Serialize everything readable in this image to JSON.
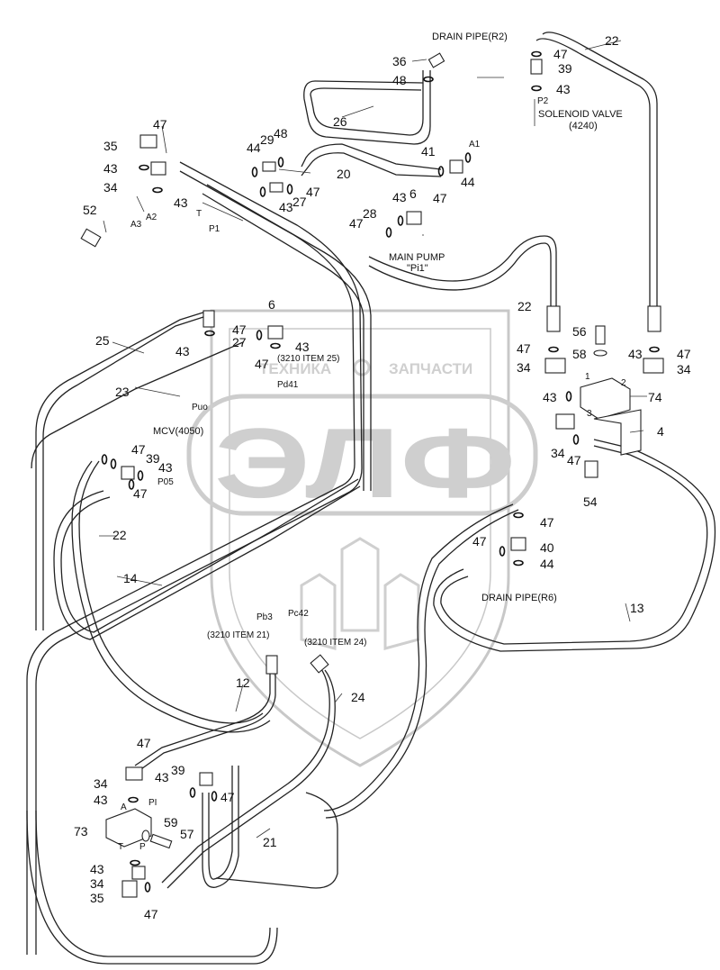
{
  "watermark": {
    "line1_left": "ТЕХНИКА",
    "line1_right": "ЗАПЧАСТИ",
    "logo": "ЭЛФ"
  },
  "captions": {
    "drain_r2": "DRAIN PIPE(R2)",
    "solenoid": "SOLENOID VALVE",
    "solenoid_ref": "(4240)",
    "main_pump": "MAIN PUMP",
    "main_pump_port": "\"Pi1\"",
    "mcv": "MCV(4050)",
    "drain_r6": "DRAIN PIPE(R6)",
    "item25": "(3210 ITEM 25)",
    "item21": "(3210 ITEM 21)",
    "item24": "(3210 ITEM 24)"
  },
  "ports": {
    "a1": "A1",
    "a2": "A2",
    "a3": "A3",
    "t_top": "T",
    "p1": "P1",
    "p2": "P2",
    "puo": "Puo",
    "pd41": "Pd41",
    "p05": "P05",
    "pb3": "Pb3",
    "pc42": "Pc42",
    "blk1": "1",
    "blk2": "2",
    "blk3": "3",
    "a_bot": "A",
    "pi_bot": "PI",
    "t_bot": "T",
    "p_bot": "P"
  },
  "callouts": {
    "c22a": "22",
    "c36": "36",
    "c48a": "48",
    "c47a": "47",
    "c39a": "39",
    "c43a": "43",
    "c26": "26",
    "c47b": "47",
    "c35a": "35",
    "c43b": "43",
    "c34a": "34",
    "c43c": "43",
    "c44a": "44",
    "c29": "29",
    "c48b": "48",
    "c20": "20",
    "c41": "41",
    "c44b": "44",
    "c47c": "47",
    "c43d": "43",
    "c27a": "27",
    "c47d": "47",
    "c43e": "43",
    "c6a": "6",
    "c47e": "47",
    "c28": "28",
    "c52": "52",
    "c22b": "22",
    "c6b": "6",
    "c47f": "47",
    "c27b": "27",
    "c43f": "43",
    "c43g": "43",
    "c47g": "47",
    "c25": "25",
    "c23": "23",
    "c56": "56",
    "c47h": "47",
    "c58": "58",
    "c34b": "34",
    "c43h": "43",
    "c47i": "47",
    "c34c": "34",
    "c43i": "43",
    "c74": "74",
    "c4": "4",
    "c34d": "34",
    "c47j": "47",
    "c54": "54",
    "c47k": "47",
    "c39b": "39",
    "c43j": "43",
    "c47l": "47",
    "c22c": "22",
    "c14": "14",
    "c47m": "47",
    "c47n": "47",
    "c40": "40",
    "c44c": "44",
    "c13": "13",
    "c12": "12",
    "c24": "24",
    "c47o": "47",
    "c34e": "34",
    "c43k": "43",
    "c39c": "39",
    "c43l": "43",
    "c47p": "47",
    "c73": "73",
    "c59": "59",
    "c57": "57",
    "c21": "21",
    "c43m": "43",
    "c34f": "34",
    "c35b": "35",
    "c47q": "47"
  }
}
